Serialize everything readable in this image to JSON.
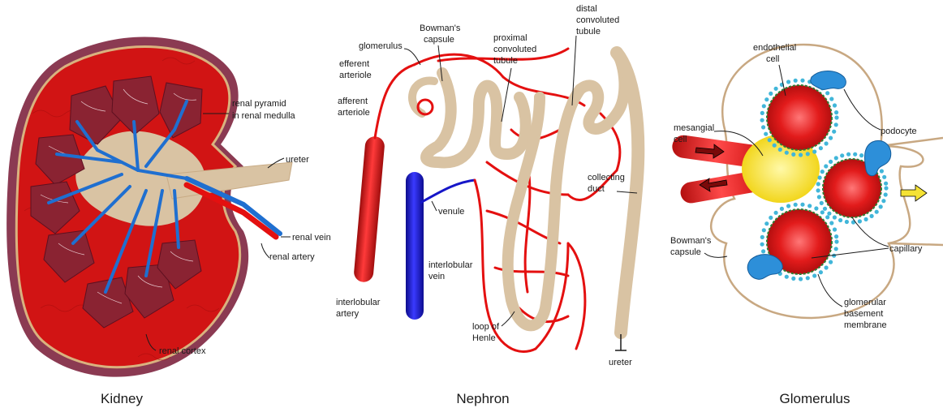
{
  "colors": {
    "cortex": "#d11414",
    "vessel_red": "#e41010",
    "vessel_blue": "#1f6fd0",
    "vein_blue": "#1616c8",
    "tubule": "#d9c3a3",
    "pyramid": "#8a2332",
    "outer_kidney": "#8b3a52",
    "glomerulus_yellow": "#f5e234",
    "podocyte_blue": "#2d8fd9",
    "ecto_dots": "#41b6d9",
    "capillary_red": "#e02020"
  },
  "kidney": {
    "caption": "Kidney",
    "labels": {
      "renal_pyramid_line1": "renal pyramid",
      "renal_pyramid_line2": "in renal medulla",
      "ureter": "ureter",
      "renal_vein": "renal vein",
      "renal_artery": "renal artery",
      "renal_cortex": "renal cortex"
    }
  },
  "nephron": {
    "caption": "Nephron",
    "labels": {
      "glomerulus": "glomerulus",
      "bowmans_capsule_line1": "Bowman's",
      "bowmans_capsule_line2": "capsule",
      "efferent_line1": "efferent",
      "efferent_line2": "arteriole",
      "afferent_line1": "afferent",
      "afferent_line2": "arteriole",
      "proximal_line1": "proximal",
      "proximal_line2": "convoluted",
      "proximal_line3": "tubule",
      "distal_line1": "distal",
      "distal_line2": "convoluted",
      "distal_line3": "tubule",
      "venule": "venule",
      "interlobular_vein_line1": "interlobular",
      "interlobular_vein_line2": "vein",
      "interlobular_artery_line1": "interlobular",
      "interlobular_artery_line2": "artery",
      "collecting_duct_line1": "collecting",
      "collecting_duct_line2": "duct",
      "loop_of_henle_line1": "loop of",
      "loop_of_henle_line2": "Henle",
      "ureter": "ureter"
    }
  },
  "glomerulus": {
    "caption": "Glomerulus",
    "labels": {
      "endothelial_line1": "endothelial",
      "endothelial_line2": "cell",
      "mesangial_line1": "mesangial",
      "mesangial_line2": "cell",
      "podocyte": "podocyte",
      "bowmans_capsule_line1": "Bowman's",
      "bowmans_capsule_line2": "capsule",
      "capillary": "capillary",
      "gbm_line1": "glomerular",
      "gbm_line2": "basement",
      "gbm_line3": "membrane"
    }
  }
}
